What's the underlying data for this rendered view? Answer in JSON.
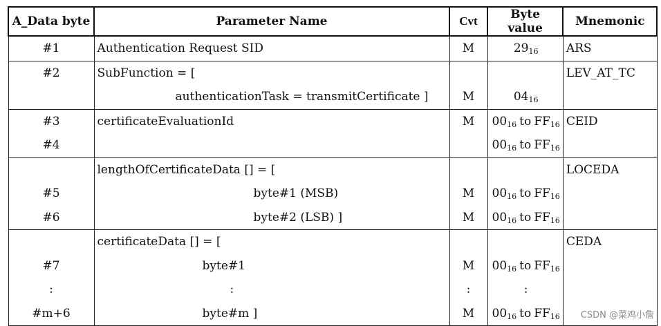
{
  "header": {
    "a_data_byte": "A_Data byte",
    "parameter_name": "Parameter Name",
    "cvt": "Cvt",
    "byte_value": "Byte value",
    "mnemonic": "Mnemonic"
  },
  "groups": [
    {
      "lines": [
        {
          "byte": "#1",
          "param": "Authentication Request SID",
          "indent": 0,
          "cvt": "M",
          "value_main": "29",
          "value_sub": "16",
          "value_range": false,
          "mnemonic": "ARS"
        }
      ]
    },
    {
      "lines": [
        {
          "byte": "#2",
          "param": "SubFunction = [",
          "indent": 0,
          "cvt": "",
          "value_main": "",
          "value_sub": "",
          "value_range": false,
          "mnemonic": "LEV_AT_TC"
        },
        {
          "byte": "",
          "param": "authenticationTask = transmitCertificate ]",
          "indent": 1,
          "cvt": "M",
          "value_main": "04",
          "value_sub": "16",
          "value_range": false,
          "mnemonic": ""
        }
      ]
    },
    {
      "lines": [
        {
          "byte": "#3",
          "param": "certificateEvaluationId",
          "indent": 0,
          "cvt": "M",
          "value_range": true,
          "from": "00",
          "to": "FF",
          "sub": "16",
          "word": "to",
          "mnemonic": "CEID"
        },
        {
          "byte": "#4",
          "param": "",
          "indent": 0,
          "cvt": "",
          "value_range": true,
          "from": "00",
          "to": "FF",
          "sub": "16",
          "word": "to",
          "mnemonic": ""
        }
      ]
    },
    {
      "lines": [
        {
          "byte": "",
          "param": "lengthOfCertificateData [] = [",
          "indent": 0,
          "cvt": "",
          "value_range": false,
          "value_main": "",
          "value_sub": "",
          "mnemonic": "LOCEDA"
        },
        {
          "byte": "#5",
          "param": "byte#1 (MSB)",
          "indent": 2,
          "cvt": "M",
          "value_range": true,
          "from": "00",
          "to": "FF",
          "sub": "16",
          "word": "to",
          "mnemonic": ""
        },
        {
          "byte": "#6",
          "param": "byte#2 (LSB) ]",
          "indent": 2,
          "cvt": "M",
          "value_range": true,
          "from": "00",
          "to": "FF",
          "sub": "16",
          "word": "to",
          "mnemonic": ""
        }
      ]
    },
    {
      "lines": [
        {
          "byte": "",
          "param": "certificateData [] = [",
          "indent": 0,
          "cvt": "",
          "value_range": false,
          "value_main": "",
          "value_sub": "",
          "mnemonic": "CEDA"
        },
        {
          "byte": "#7",
          "param": "byte#1",
          "indent": 3,
          "cvt": "M",
          "value_range": true,
          "from": "00",
          "to": "FF",
          "sub": "16",
          "word": "to",
          "mnemonic": ""
        },
        {
          "byte": ":",
          "param": ":",
          "indent": 4,
          "cvt": ":",
          "value_range": false,
          "value_main": ":",
          "value_sub": "",
          "mnemonic": ""
        },
        {
          "byte": "#m+6",
          "param": "byte#m ]",
          "indent": 3,
          "cvt": "M",
          "value_range": true,
          "from": "00",
          "to": "FF",
          "sub": "16",
          "word": "to",
          "mnemonic": ""
        }
      ]
    }
  ],
  "watermark": "CSDN @菜鸡小詹"
}
